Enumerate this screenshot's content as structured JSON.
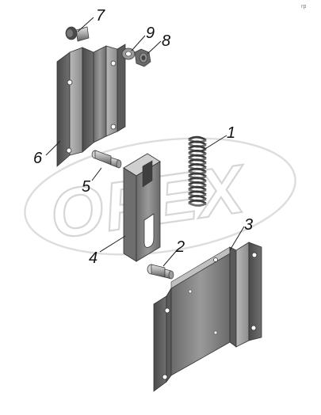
{
  "corner_mark": "гр",
  "watermark": {
    "text": "OPEX",
    "color": "#d6d6d6"
  },
  "colors": {
    "metal_dark": "#5c5c5c",
    "metal_mid": "#8a8a8a",
    "metal_light": "#b8b8b8",
    "ink": "#111111"
  },
  "parts": [
    {
      "number": "1",
      "part": "spring"
    },
    {
      "number": "2",
      "part": "pin-short"
    },
    {
      "number": "3",
      "part": "bracket-large"
    },
    {
      "number": "4",
      "part": "slotted-block"
    },
    {
      "number": "5",
      "part": "pin"
    },
    {
      "number": "6",
      "part": "bracket-upper"
    },
    {
      "number": "7",
      "part": "bolt"
    },
    {
      "number": "8",
      "part": "nut"
    },
    {
      "number": "9",
      "part": "washer"
    }
  ]
}
